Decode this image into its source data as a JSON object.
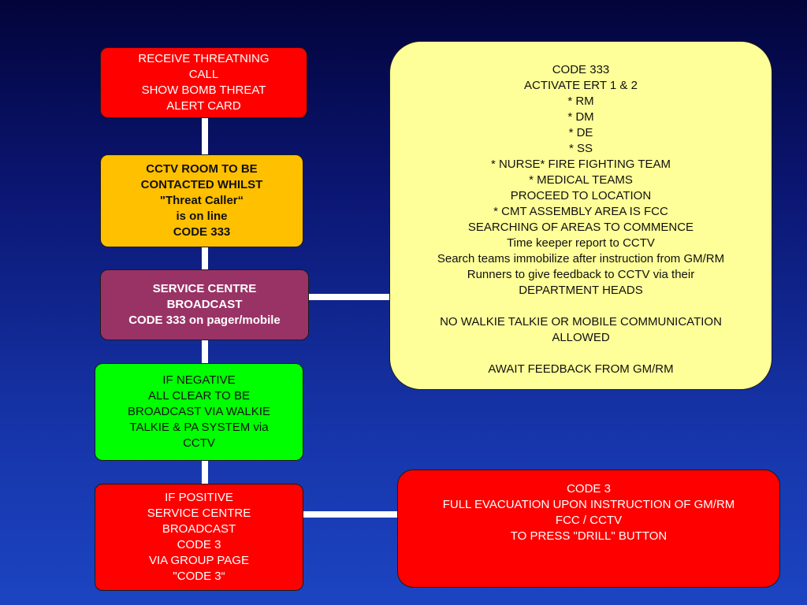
{
  "colors": {
    "red": "#ff0000",
    "orange": "#ffc000",
    "plum": "#993366",
    "green": "#00ff00",
    "pale_yellow": "#ffff99"
  },
  "flow": {
    "receive_call": "RECEIVE THREATNING\nCALL\nSHOW BOMB THREAT\nALERT CARD",
    "cctv_room": "CCTV ROOM TO BE\nCONTACTED WHILST\n\"Threat Caller“\nis on line\nCODE 333",
    "service_centre": "SERVICE CENTRE\nBROADCAST\nCODE 333 on pager/mobile",
    "if_negative": "IF NEGATIVE\nALL CLEAR TO BE\nBROADCAST VIA WALKIE\nTALKIE & PA SYSTEM via\nCCTV",
    "if_positive": "IF POSITIVE\nSERVICE CENTRE\nBROADCAST\nCODE 3\nVIA GROUP PAGE\n\"CODE 3“"
  },
  "code333_panel": "CODE 333\nACTIVATE ERT 1 & 2\n* RM\n* DM\n* DE\n* SS\n* NURSE* FIRE FIGHTING TEAM\n* MEDICAL TEAMS\nPROCEED TO LOCATION\n* CMT ASSEMBLY AREA IS FCC\nSEARCHING OF AREAS TO COMMENCE\nTime keeper report to CCTV\nSearch teams immobilize after instruction from GM/RM\nRunners to give feedback to CCTV via their\nDEPARTMENT HEADS\n\nNO WALKIE TALKIE OR MOBILE COMMUNICATION\nALLOWED\n\nAWAIT FEEDBACK FROM GM/RM",
  "code3_panel": "CODE 3\nFULL EVACUATION UPON INSTRUCTION OF GM/RM\nFCC / CCTV\nTO PRESS \"DRILL\" BUTTON"
}
